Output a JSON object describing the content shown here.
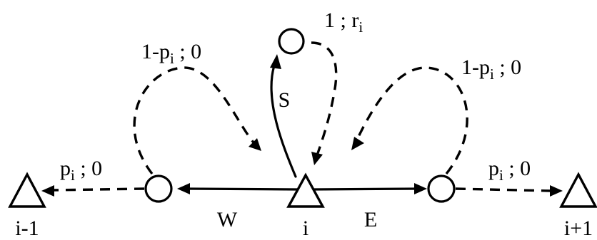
{
  "diagram": {
    "states": {
      "left": "i-1",
      "center": "i",
      "right": "i+1"
    },
    "actions": {
      "west": "W",
      "south": "S",
      "east": "E"
    },
    "transitions": {
      "top": {
        "main": "1 ; r",
        "sub": "i"
      },
      "left_loop": {
        "main": "1-p",
        "sub": "i",
        "rest": " ; 0"
      },
      "right_loop": {
        "main": "1-p",
        "sub": "i",
        "rest": " ; 0"
      },
      "left_move": {
        "main": "p",
        "sub": "i",
        "rest": " ; 0"
      },
      "right_move": {
        "main": "p",
        "sub": "i",
        "rest": " ; 0"
      }
    }
  }
}
